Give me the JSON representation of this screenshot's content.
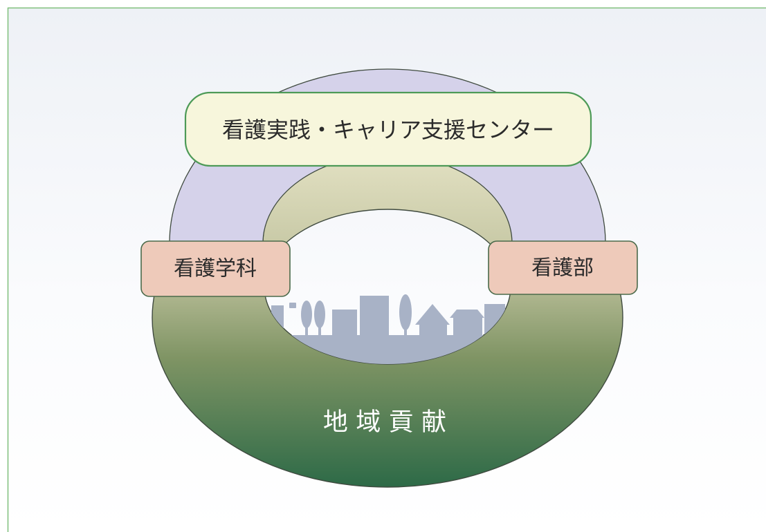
{
  "diagram": {
    "center_box": {
      "label": "看護実践・キャリア支援センター"
    },
    "left_box": {
      "label": "看護学科"
    },
    "right_box": {
      "label": "看護部"
    },
    "bottom_label": {
      "label": "地 域 貢 献"
    }
  },
  "colors": {
    "frame_border": "#7fbf7a",
    "background_top": "#eef1f6",
    "arch_fill": "#d5d2ea",
    "ring_light": "#dcdcbc",
    "ring_mid": "#7f9464",
    "ring_dark": "#2d6a47",
    "center_box_fill": "#f7f6dc",
    "center_box_border": "#4d9a57",
    "side_box_fill": "#eecaba",
    "side_box_border": "#4a6a4a",
    "bottom_text": "#ffffff",
    "town_silhouette": "#a8b2c6",
    "label_text": "#2b2b2b"
  },
  "icons": {
    "town": "town-silhouette-icon"
  }
}
